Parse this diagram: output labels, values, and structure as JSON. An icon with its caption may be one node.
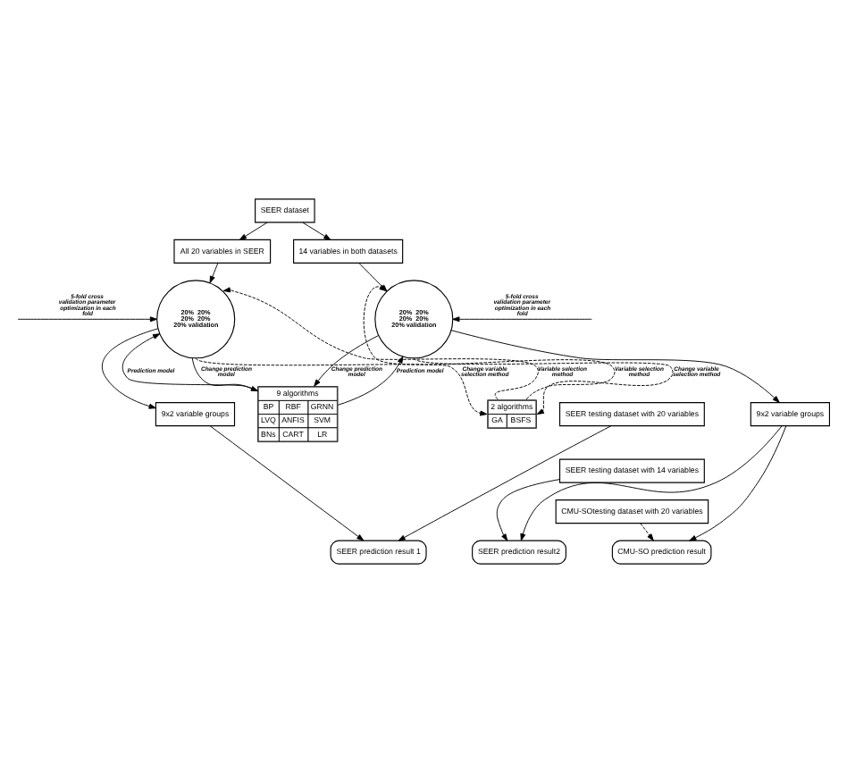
{
  "diagram": {
    "nodes": [
      {
        "text": [
          "SEER dataset"
        ]
      },
      {
        "text": [
          "All 20 variables in SEER"
        ]
      },
      {
        "text": [
          "14 variables in both datasets"
        ]
      },
      {
        "text": [
          "20%",
          "20%",
          "20%",
          "20%",
          "20% validation"
        ]
      },
      {
        "text": [
          "9 algorithms",
          "BP",
          "RBF",
          "GRNN",
          "LVQ",
          "ANFIS",
          "SVM",
          "BNs",
          "CART",
          "LR"
        ]
      },
      {
        "text": [
          "2 algorithms",
          "GA",
          "BSFS"
        ]
      },
      {
        "text": [
          "20%",
          "20%",
          "20%",
          "20%",
          "20% validation"
        ]
      },
      {
        "text": [
          "9x2 variable groups"
        ]
      },
      {
        "text": [
          "9x2 variable groups"
        ]
      },
      {
        "text": [
          "SEER testing dataset with 20 variables"
        ]
      },
      {
        "text": [
          "SEER testing dataset with 14 variables"
        ]
      },
      {
        "text": [
          "CMU-SOtesting dataset with 20 variables"
        ]
      },
      {
        "text": [
          "SEER prediction result 1"
        ]
      },
      {
        "text": [
          "SEER prediction result2"
        ]
      },
      {
        "text": [
          "CMU-SO prediction result"
        ]
      }
    ],
    "edges": [
      {
        "from": 0,
        "to": 1,
        "arrow": "to"
      },
      {
        "from": 0,
        "to": 2,
        "arrow": "to"
      },
      {
        "from": 4,
        "to": 3,
        "arrow": "to",
        "label": "Prediction model"
      },
      {
        "from": 4,
        "to": 6,
        "arrow": "to",
        "label": "Prediction model"
      },
      {
        "from": 5,
        "to": 3,
        "arrow": "to",
        "label": "Variable selection method",
        "style": "dashed"
      },
      {
        "from": 5,
        "to": 6,
        "arrow": "to",
        "label": "Variable selection method",
        "style": "dashed"
      },
      {
        "from": null,
        "to": 3,
        "arrow": "to",
        "label": "5-fold cross validation parameter optimization in each fold"
      },
      {
        "from": null,
        "to": 6,
        "arrow": "to",
        "label": "5-fold cross validation parameter optimization in each fold"
      },
      {
        "from": 1,
        "to": 3,
        "arrow": "to"
      },
      {
        "from": 2,
        "to": 6,
        "arrow": "to"
      },
      {
        "from": 3,
        "to": 5,
        "arrow": "to",
        "label": "Change variable selection method",
        "style": "dashed"
      },
      {
        "from": 6,
        "to": 5,
        "arrow": "to",
        "label": "Change variable selection method",
        "style": "dashed"
      },
      {
        "from": 3,
        "to": 4,
        "arrow": "to",
        "label": "Change prediction model"
      },
      {
        "from": 6,
        "to": 4,
        "arrow": "to",
        "label": "Change prediction model"
      },
      {
        "from": 3,
        "to": 7,
        "arrow": "to"
      },
      {
        "from": 6,
        "to": 8,
        "arrow": "to"
      },
      {
        "from": 7,
        "to": 12,
        "arrow": "to"
      },
      {
        "from": 9,
        "to": 12,
        "arrow": "to"
      },
      {
        "from": 8,
        "to": 13,
        "arrow": "to"
      },
      {
        "from": 10,
        "to": 13,
        "arrow": "to"
      },
      {
        "from": 8,
        "to": 14,
        "arrow": "to"
      },
      {
        "from": 11,
        "to": 14,
        "arrow": "to",
        "style": "dashed"
      }
    ]
  }
}
